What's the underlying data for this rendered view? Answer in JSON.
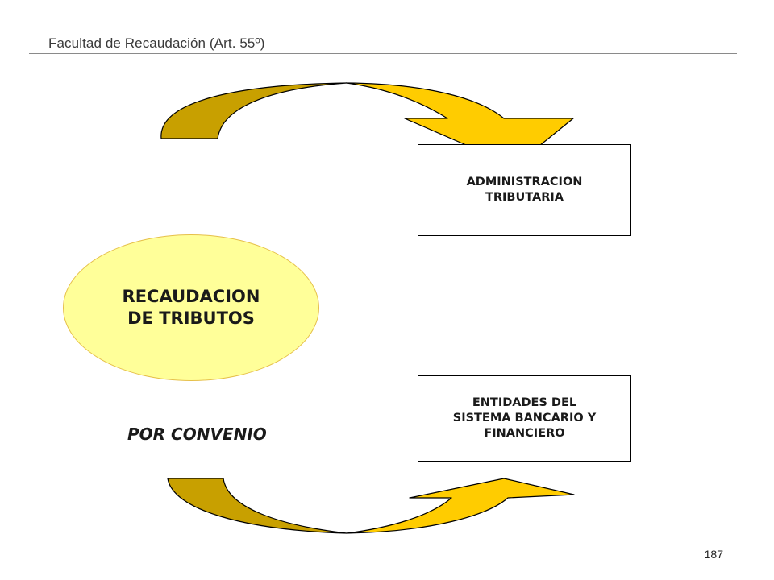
{
  "header": {
    "title": "Facultad de Recaudación (Art. 55º)"
  },
  "diagram": {
    "center_node": {
      "label": "RECAUDACION\nDE TRIBUTOS"
    },
    "top_target": {
      "label": "ADMINISTRACION\nTRIBUTARIA"
    },
    "bottom_target": {
      "label": "ENTIDADES DEL\nSISTEMA BANCARIO Y\nFINANCIERO"
    },
    "bottom_annotation": "POR CONVENIO"
  },
  "footer": {
    "page_number": "187"
  },
  "colors": {
    "arrow_dark": "#c8a000",
    "arrow_light": "#ffcc00",
    "ellipse_fill": "#ffff99",
    "ellipse_border": "#e6c04a"
  }
}
